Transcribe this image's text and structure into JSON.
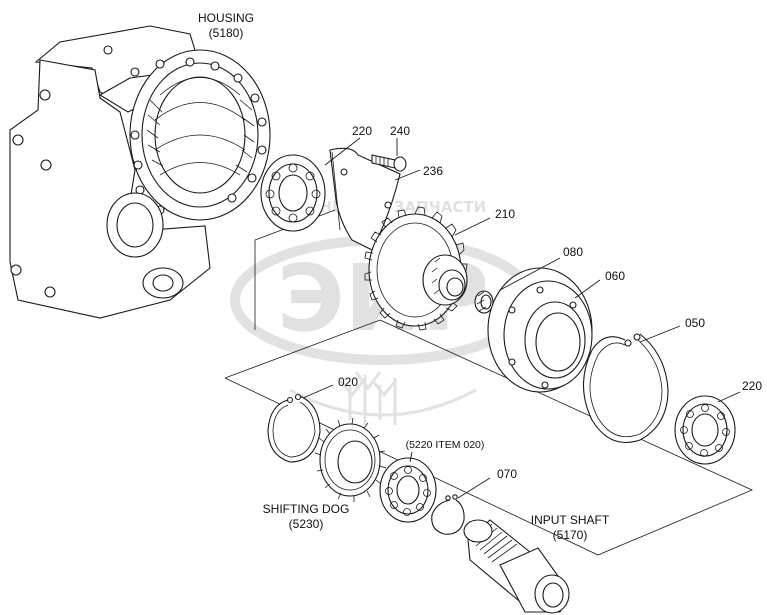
{
  "labels": {
    "housing": "HOUSING",
    "housing_code": "(5180)",
    "part_220_top": "220",
    "part_240": "240",
    "part_236": "236",
    "part_210": "210",
    "part_080": "080",
    "part_060": "060",
    "part_050": "050",
    "part_220_right": "220",
    "part_020": "020",
    "part_5220": "(5220 ITEM 020)",
    "part_070": "070",
    "shifting_dog": "SHIFTING DOG",
    "shifting_dog_code": "(5230)",
    "input_shaft": "INPUT SHAFT",
    "input_shaft_code": "(5170)"
  },
  "watermark": {
    "line1": "ТЕХНИКА",
    "line2": "ЗАПЧАСТИ",
    "logo_text": "ЭИР"
  },
  "colors": {
    "line": "#1a1a1a",
    "background": "#ffffff",
    "watermark": "#c9c9c9"
  }
}
